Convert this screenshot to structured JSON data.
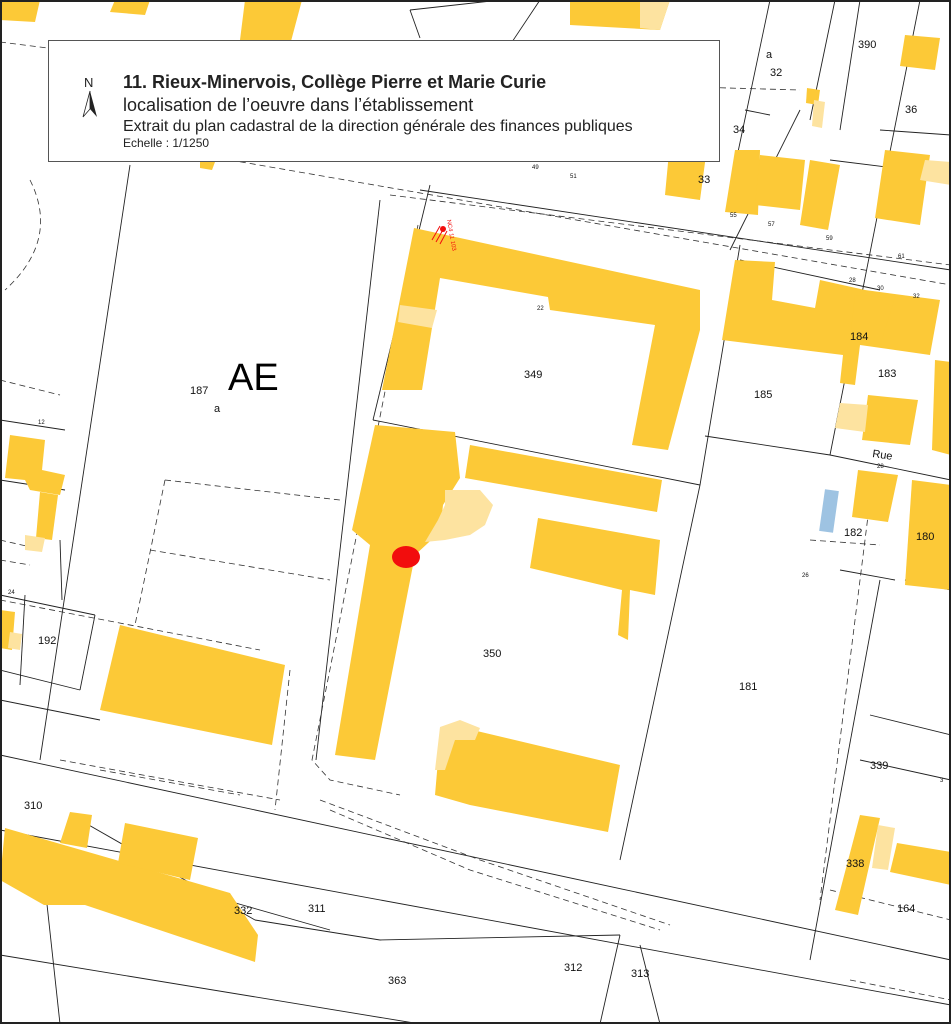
{
  "title_box": {
    "north_letter": "N",
    "line1": "11. Rieux-Minervois, Collège Pierre et Marie Curie",
    "line2": "localisation de l’oeuvre dans l’établissement",
    "line3": "Extrait du plan cadastral de la direction générale des finances publiques",
    "line4": "Echelle : 1/1250"
  },
  "map": {
    "section_label": "AE",
    "street_label": "Rue",
    "building_color": "#fcc937",
    "light_building_color": "#fde3a0",
    "water_color": "#9ec3e2",
    "marker_color": "#f20d0d",
    "marker_label": "NC4 11 103",
    "parcels": [
      "390",
      "32",
      "36",
      "34",
      "33",
      "184",
      "183",
      "185",
      "349",
      "187",
      "182",
      "180",
      "350",
      "181",
      "192",
      "339",
      "310",
      "338",
      "332",
      "311",
      "164",
      "312",
      "313",
      "363"
    ],
    "parcel_sublabels": [
      "a",
      "a"
    ],
    "address_numbers": [
      "49",
      "51",
      "55",
      "57",
      "59",
      "61",
      "28",
      "30",
      "32",
      "22",
      "28",
      "26",
      "12",
      "24",
      "3"
    ]
  }
}
